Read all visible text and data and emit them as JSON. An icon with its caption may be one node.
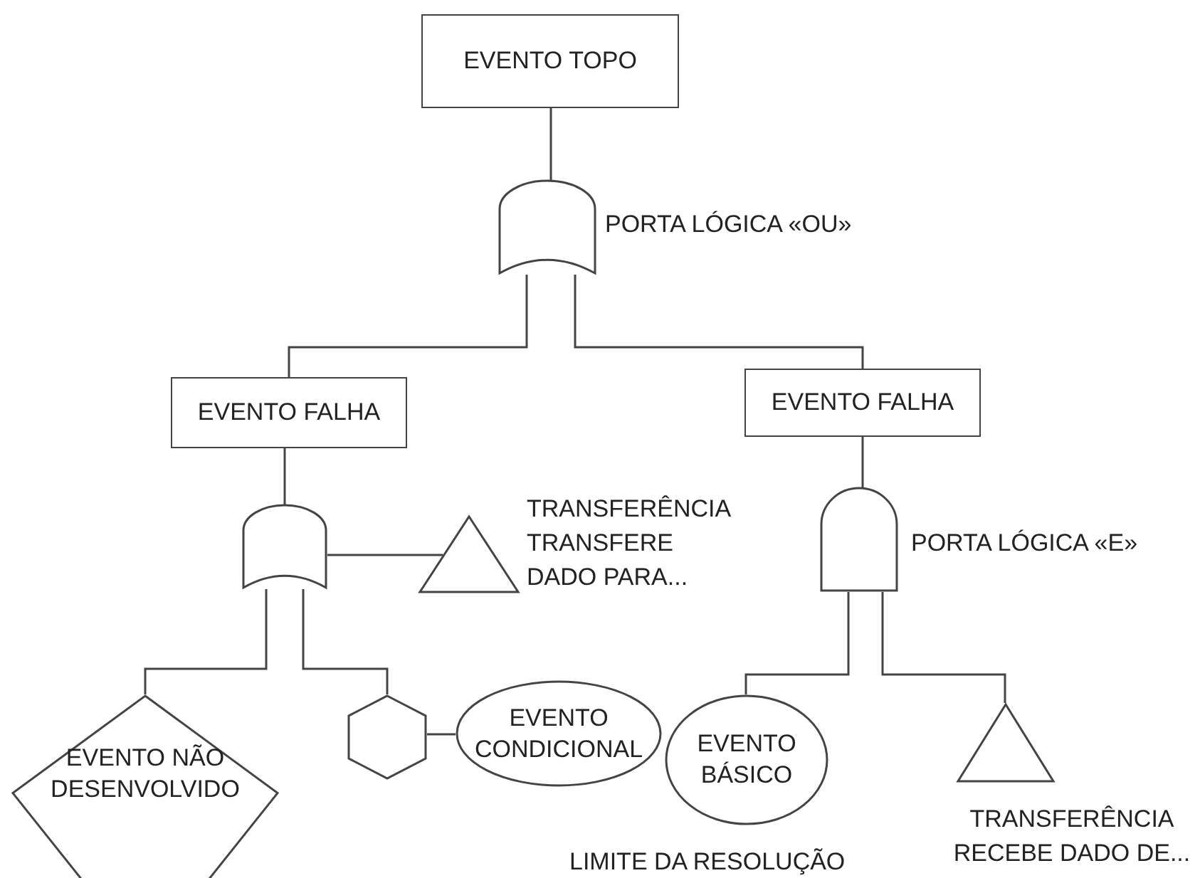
{
  "diagram": {
    "nodes": [
      {
        "text": [
          "EVENTO TOPO"
        ]
      },
      {
        "text": [],
        "shape": "gate",
        "beside": [
          "PORTA LÓGICA «OU»"
        ]
      },
      {
        "text": [
          "EVENTO FALHA"
        ]
      },
      {
        "text": [
          "EVENTO FALHA"
        ]
      },
      {
        "text": [],
        "shape": "gate"
      },
      {
        "text": [],
        "shape": "triangle",
        "beside": [
          "TRANSFERÊNCIA TRANSFERE DADO PARA..."
        ]
      },
      {
        "text": [
          "EVENTO NÃO DESENVOLVIDO"
        ]
      },
      {
        "text": [],
        "shape": "hexagon"
      },
      {
        "text": [
          "EVENTO CONDICIONAL"
        ]
      },
      {
        "text": [],
        "shape": "gate",
        "beside": [
          "PORTA LÓGICA «E»"
        ]
      },
      {
        "text": [
          "EVENTO BÁSICO"
        ],
        "beside": [
          "LIMITE DA RESOLUÇÃO"
        ]
      },
      {
        "text": [],
        "shape": "triangle",
        "beside": [
          "TRANSFERÊNCIA RECEBE DADO DE..."
        ]
      }
    ],
    "edges": [
      {
        "from": 0,
        "to": 1,
        "arrow": "none"
      },
      {
        "from": 1,
        "to": 2,
        "arrow": "none"
      },
      {
        "from": 1,
        "to": 3,
        "arrow": "none"
      },
      {
        "from": 2,
        "to": 4,
        "arrow": "none"
      },
      {
        "from": 4,
        "to": 5,
        "arrow": "none"
      },
      {
        "from": 4,
        "to": 6,
        "arrow": "none"
      },
      {
        "from": 4,
        "to": 7,
        "arrow": "none"
      },
      {
        "from": 7,
        "to": 8,
        "arrow": "none"
      },
      {
        "from": 3,
        "to": 9,
        "arrow": "none"
      },
      {
        "from": 9,
        "to": 10,
        "arrow": "none"
      },
      {
        "from": 9,
        "to": 11,
        "arrow": "none"
      }
    ]
  }
}
